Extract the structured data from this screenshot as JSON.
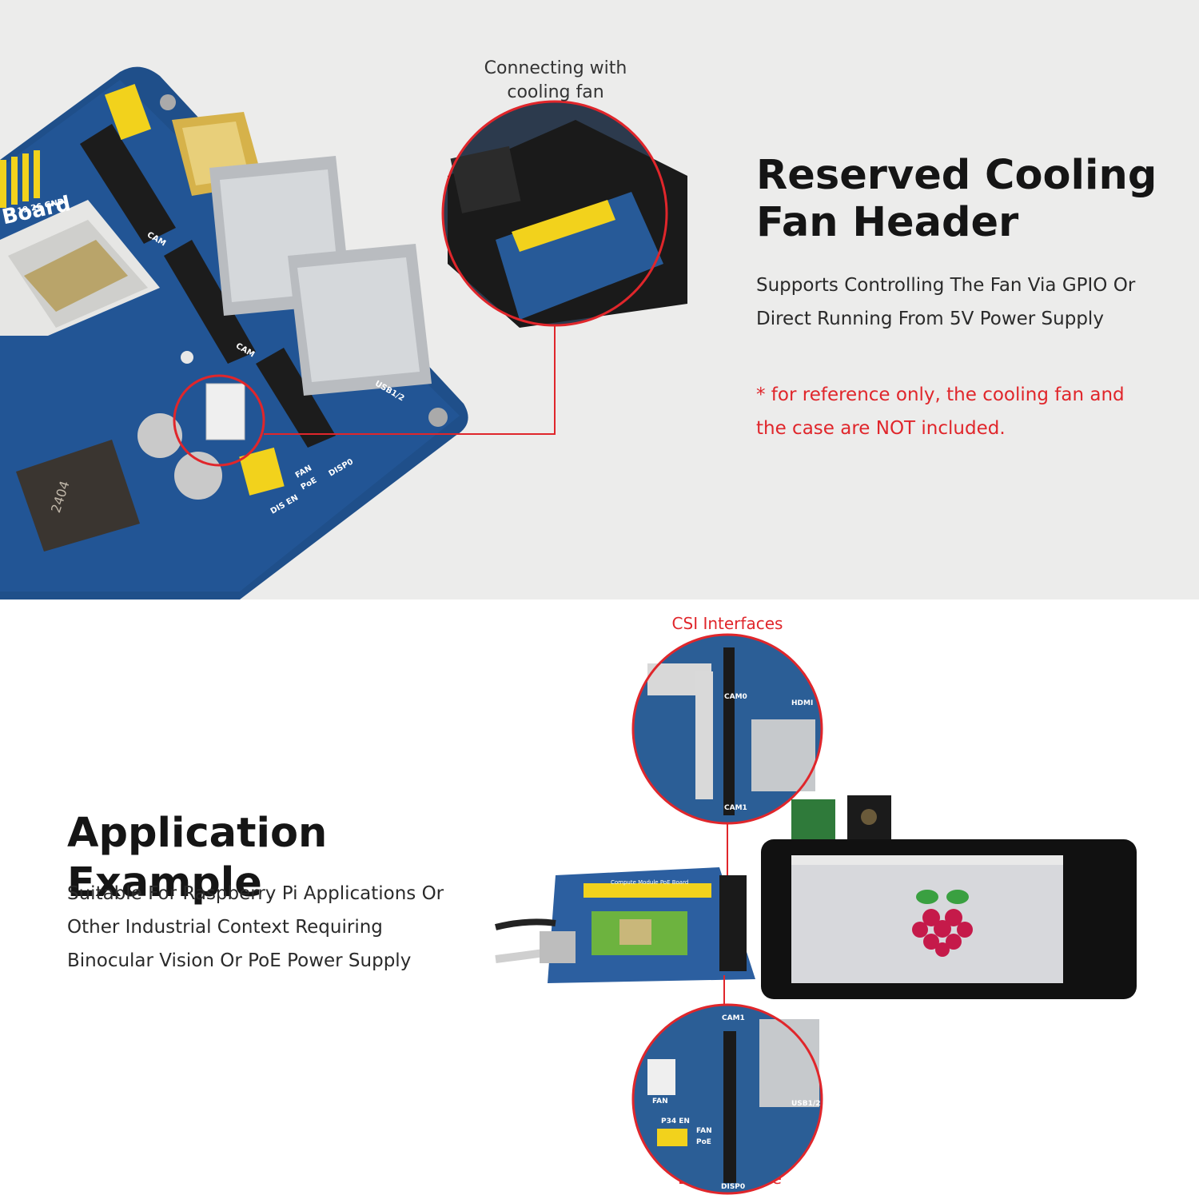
{
  "top": {
    "title_line1": "Reserved Cooling",
    "title_line2": "Fan Header",
    "description_line1": "Supports Controlling The Fan Via GPIO Or",
    "description_line2": "Direct Running From 5V Power Supply",
    "note_line1": "* for reference only, the cooling fan and",
    "note_line2": "the case are NOT included.",
    "callout_line1": "Connecting with",
    "callout_line2": "cooling fan",
    "board_label": "Board",
    "pin_labels": "13  19  26 GND",
    "silk_cam": "CAM",
    "silk_cam2": "CAM",
    "silk_usb": "USB1/2",
    "silk_disp": "DISP0",
    "silk_fan": "FAN",
    "silk_poe": "PoE",
    "silk_dis_en": "DIS  EN",
    "inductor_label": "2404",
    "accent_color": "#e0262b"
  },
  "bottom": {
    "title": "Application Example",
    "description_line1": "Suitable For Raspberry Pi Applications Or",
    "description_line2": "Other Industrial Context Requiring",
    "description_line3": "Binocular Vision Or PoE Power Supply",
    "csi_caption": "CSI Interfaces",
    "dsi_caption": "DSI Interface",
    "csi_silk_cam0": "CAM0",
    "csi_silk_cam1": "CAM1",
    "csi_silk_hdmi": "HDMI",
    "dsi_silk_cam1": "CAM1",
    "dsi_silk_fan": "FAN",
    "dsi_silk_p34": "P34  EN",
    "dsi_silk_fan2": "FAN",
    "dsi_silk_poe": "PoE",
    "dsi_silk_disp": "DISP0",
    "dsi_silk_usb": "USB1/2",
    "board_silk": "Compute Module PoE Board",
    "accent_color": "#e0262b"
  }
}
